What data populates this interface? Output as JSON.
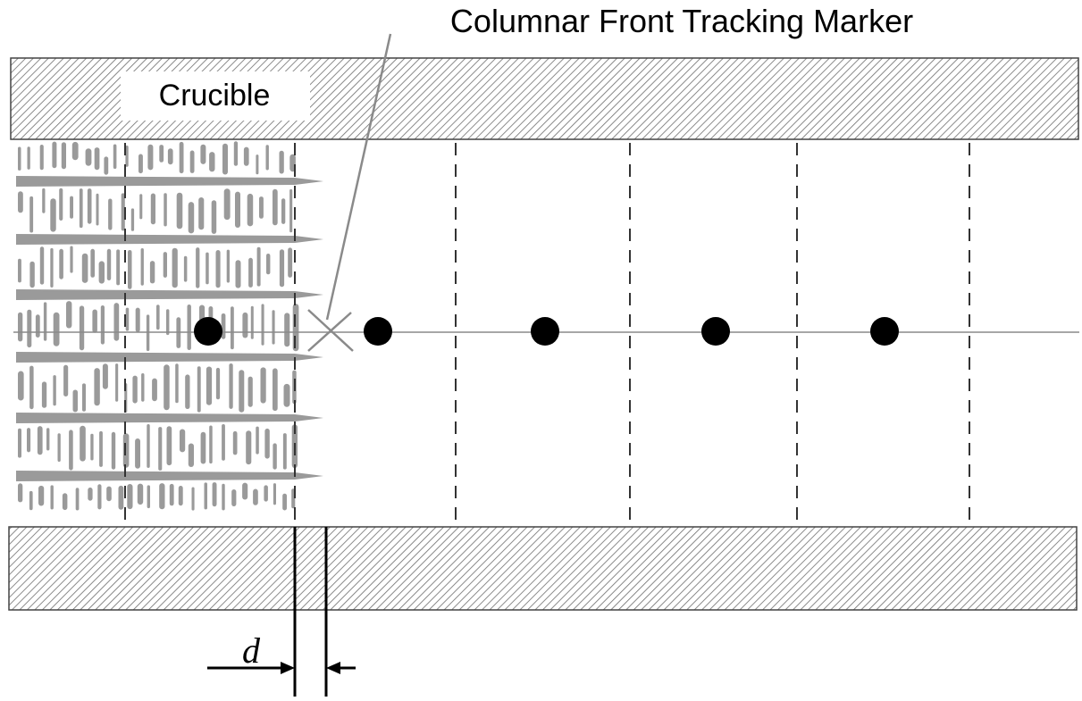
{
  "diagram": {
    "marker_label": "Columnar Front Tracking Marker",
    "crucible_label": "Crucible",
    "distance_label": "d",
    "colors": {
      "line": "#000000",
      "wall_hatch": "#777777",
      "dendrite": "#9a9a9a",
      "centerline": "#888888",
      "marker": "#000000"
    },
    "counts": {
      "dashed_cell_lines": 6,
      "dendrite_arms": 6,
      "tracking_points": 5
    }
  }
}
